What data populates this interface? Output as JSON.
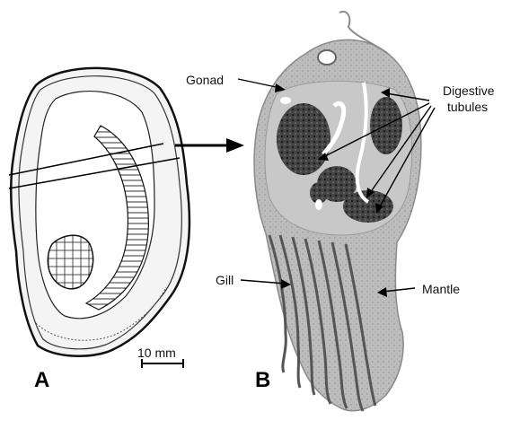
{
  "panels": {
    "a": "A",
    "b": "B"
  },
  "scale_bar": {
    "label": "10 mm"
  },
  "labels": {
    "gonad": "Gonad",
    "digestive_line1": "Digestive",
    "digestive_line2": "tubules",
    "gill": "Gill",
    "mantle": "Mantle"
  },
  "colors": {
    "ink": "#000000",
    "tissue_light": "#b9b9b9",
    "tissue_dark": "#3e3e3e"
  }
}
